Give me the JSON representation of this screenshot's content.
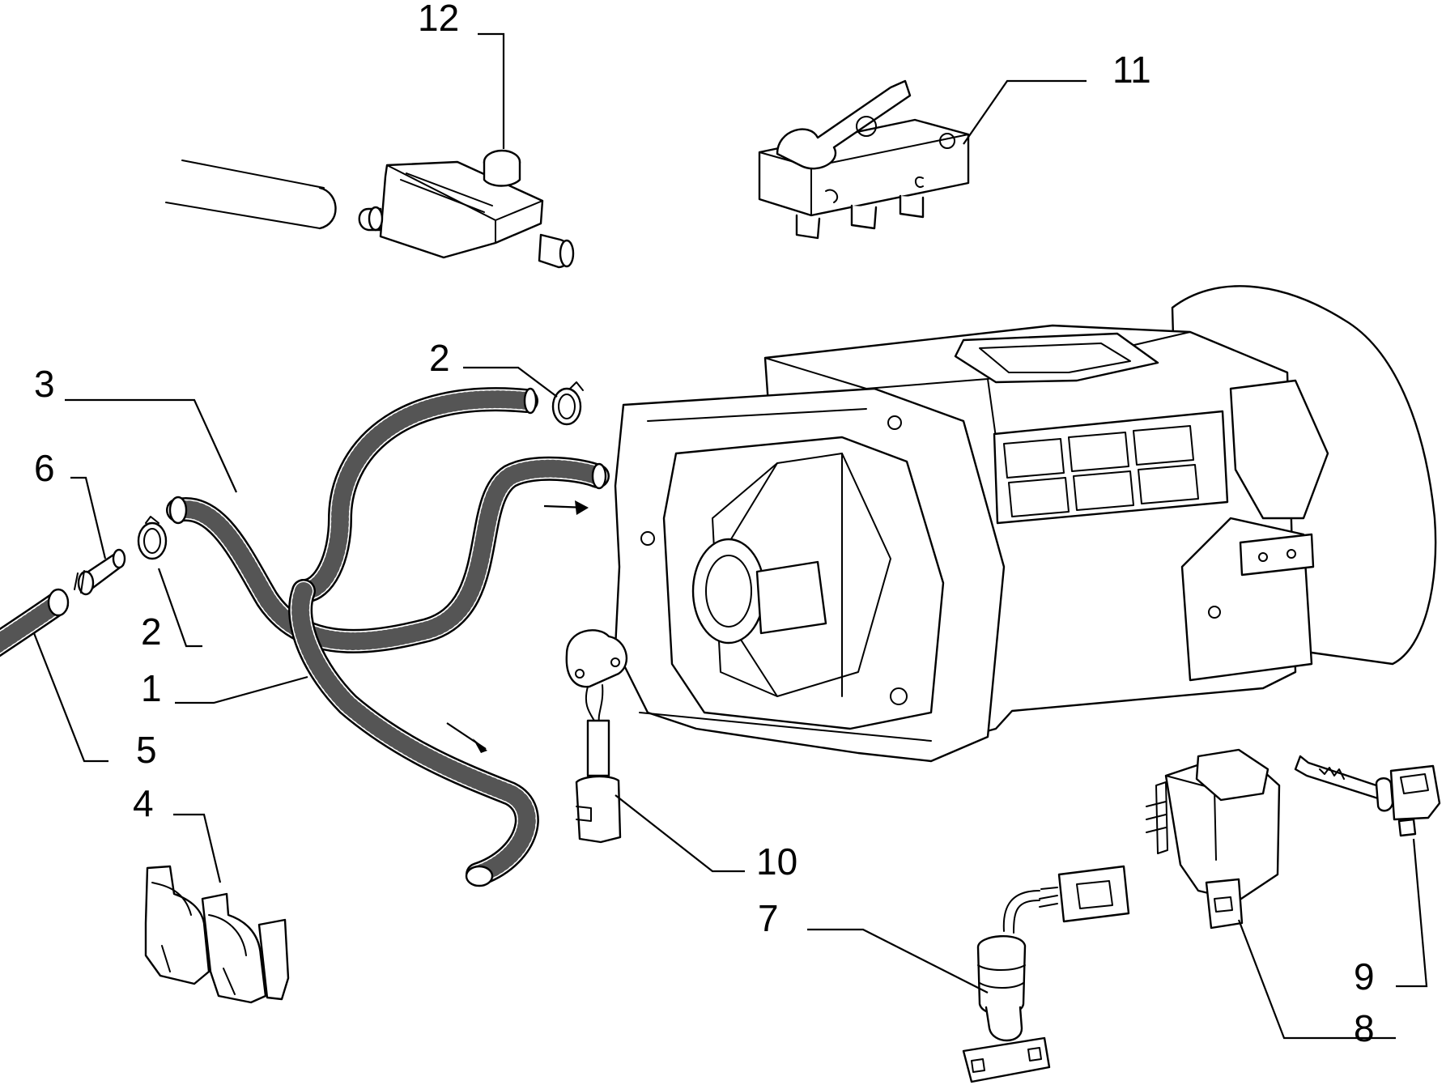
{
  "diagram": {
    "callouts": [
      {
        "id": "c12",
        "text": "12"
      },
      {
        "id": "c11",
        "text": "11"
      },
      {
        "id": "c2a",
        "text": "2"
      },
      {
        "id": "c3",
        "text": "3"
      },
      {
        "id": "c6",
        "text": "6"
      },
      {
        "id": "c2b",
        "text": "2"
      },
      {
        "id": "c1",
        "text": "1"
      },
      {
        "id": "c5",
        "text": "5"
      },
      {
        "id": "c4",
        "text": "4"
      },
      {
        "id": "c10",
        "text": "10"
      },
      {
        "id": "c7",
        "text": "7"
      },
      {
        "id": "c9",
        "text": "9"
      },
      {
        "id": "c8",
        "text": "8"
      }
    ]
  }
}
